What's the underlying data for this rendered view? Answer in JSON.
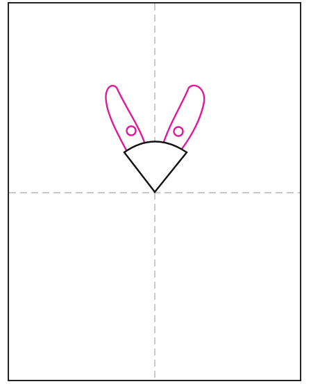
{
  "drawing": {
    "guides": {
      "color": "#a8a8a8",
      "style": "dashed"
    },
    "ears": {
      "color": "#e0199a",
      "shape": "rounded-ear",
      "count": 2
    },
    "eyes": {
      "color": "#e0199a",
      "shape": "circle",
      "count": 2
    },
    "head": {
      "color": "#111111",
      "shape": "fan-wedge"
    },
    "frame": {
      "color": "#222222"
    }
  }
}
